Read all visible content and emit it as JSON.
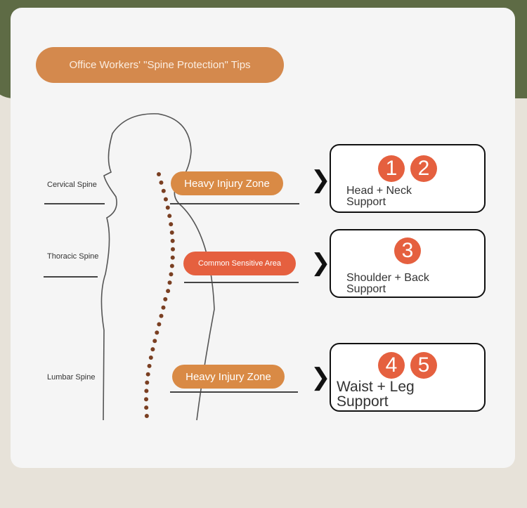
{
  "title": "Office Workers' \"Spine Protection\" Tips",
  "regions": [
    {
      "label": "Cervical Spine",
      "zone": "Heavy Injury Zone",
      "support": "Head + Neck Support",
      "numbers": [
        "1",
        "2"
      ]
    },
    {
      "label": "Thoracic Spine",
      "zone": "Common Sensitive Area",
      "support": "Shoulder + Back Support",
      "numbers": [
        "3"
      ]
    },
    {
      "label": "Lumbar Spine",
      "zone": "Heavy Injury Zone",
      "support": "Waist + Leg Support",
      "numbers": [
        "4",
        "5"
      ]
    }
  ],
  "colors": {
    "title_bg": "#d4894d",
    "zone_orange": "#d98a45",
    "zone_red": "#e5603f",
    "spine_dots": "#7a3f22"
  }
}
